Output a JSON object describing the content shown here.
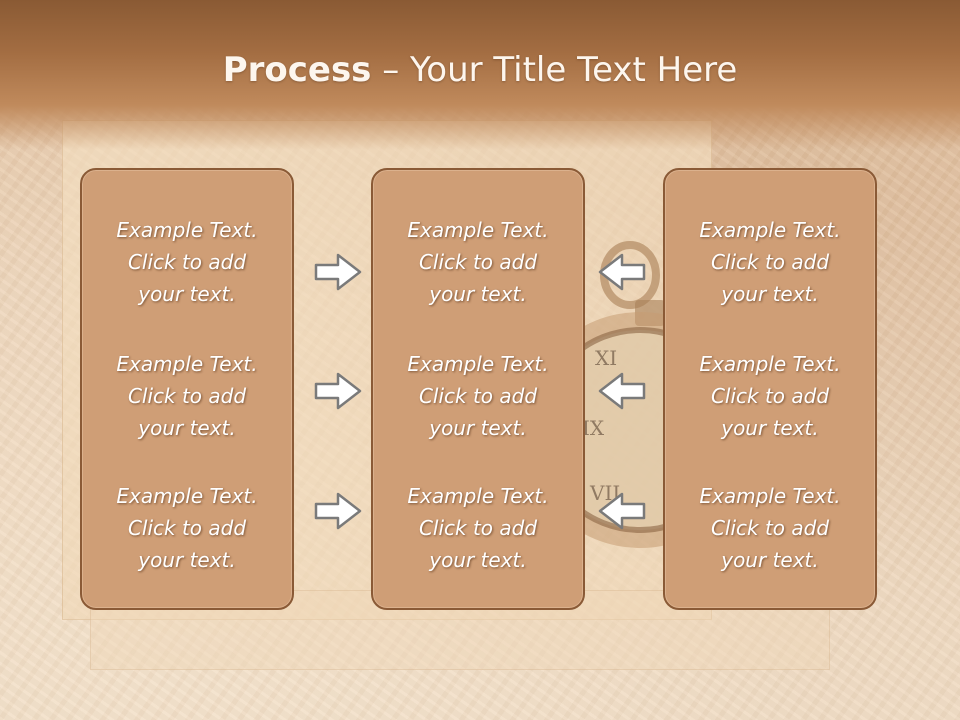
{
  "title": {
    "bold": "Process",
    "rest": " – Your Title Text Here"
  },
  "columns": [
    {
      "cells": [
        {
          "lines": [
            "Example Text.",
            "Click  to add",
            "your text."
          ]
        },
        {
          "lines": [
            "Example Text.",
            "Click  to add",
            "your text."
          ]
        },
        {
          "lines": [
            "Example Text.",
            "Click  to add",
            "your text."
          ]
        }
      ]
    },
    {
      "cells": [
        {
          "lines": [
            "Example Text.",
            "Click  to add",
            "your text."
          ]
        },
        {
          "lines": [
            "Example Text.",
            "Click  to add",
            "your text."
          ]
        },
        {
          "lines": [
            "Example Text.",
            "Click  to add",
            "your text."
          ]
        }
      ]
    },
    {
      "cells": [
        {
          "lines": [
            "Example Text.",
            "Click  to add",
            "your text."
          ]
        },
        {
          "lines": [
            "Example Text.",
            "Click  to add",
            "your text."
          ]
        },
        {
          "lines": [
            "Example Text.",
            "Click  to add",
            "your text."
          ]
        }
      ]
    }
  ],
  "arrows": {
    "left_group": "arrow-right-icon",
    "right_group": "arrow-left-icon"
  },
  "colors": {
    "box_fill": "#cf9e76",
    "box_border": "#8a5a36",
    "header": "#a36d42",
    "arrow_stroke": "#7a7a7a",
    "arrow_fill": "#ffffff"
  }
}
